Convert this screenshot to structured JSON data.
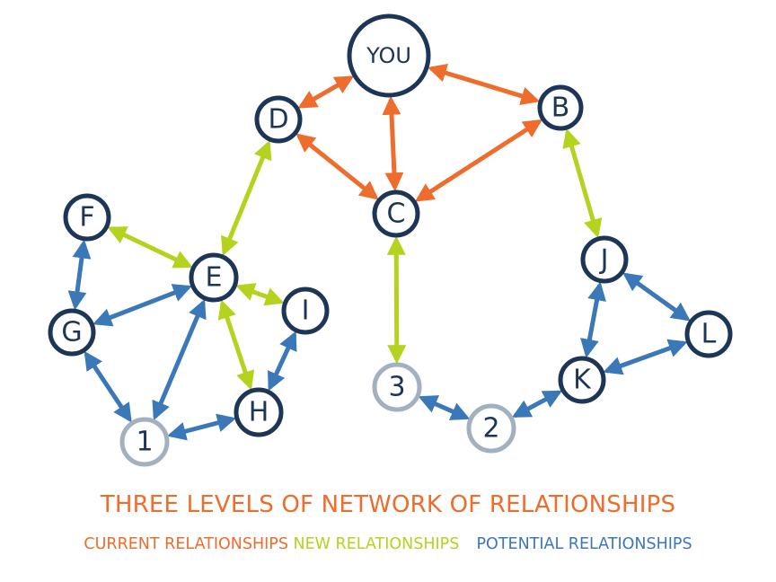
{
  "colors": {
    "current": "#ee6c2c",
    "new": "#b4d21e",
    "potential": "#3b78b8",
    "node_stroke": "#1d3657",
    "node_stroke_future": "#a2b0bf",
    "node_text": "#1d3657"
  },
  "title": "THREE LEVELS OF NETWORK OF RELATIONSHIPS",
  "legend": {
    "current": "CURRENT RELATIONSHIPS",
    "new": "NEW RELATIONSHIPS",
    "potential": "POTENTIAL RELATIONSHIPS"
  },
  "nodes": [
    {
      "id": "YOU",
      "label": "YOU",
      "kind": "you"
    },
    {
      "id": "B",
      "label": "B",
      "kind": "normal"
    },
    {
      "id": "C",
      "label": "C",
      "kind": "normal"
    },
    {
      "id": "D",
      "label": "D",
      "kind": "normal"
    },
    {
      "id": "E",
      "label": "E",
      "kind": "normal"
    },
    {
      "id": "F",
      "label": "F",
      "kind": "normal"
    },
    {
      "id": "G",
      "label": "G",
      "kind": "normal"
    },
    {
      "id": "H",
      "label": "H",
      "kind": "normal"
    },
    {
      "id": "I",
      "label": "I",
      "kind": "normal"
    },
    {
      "id": "J",
      "label": "J",
      "kind": "normal"
    },
    {
      "id": "K",
      "label": "K",
      "kind": "normal"
    },
    {
      "id": "L",
      "label": "L",
      "kind": "normal"
    },
    {
      "id": "1",
      "label": "1",
      "kind": "future"
    },
    {
      "id": "2",
      "label": "2",
      "kind": "future"
    },
    {
      "id": "3",
      "label": "3",
      "kind": "future"
    }
  ],
  "edges": [
    {
      "from": "YOU",
      "to": "D",
      "type": "current"
    },
    {
      "from": "YOU",
      "to": "B",
      "type": "current"
    },
    {
      "from": "YOU",
      "to": "C",
      "type": "current"
    },
    {
      "from": "D",
      "to": "C",
      "type": "current"
    },
    {
      "from": "B",
      "to": "C",
      "type": "current"
    },
    {
      "from": "D",
      "to": "E",
      "type": "new"
    },
    {
      "from": "F",
      "to": "E",
      "type": "new"
    },
    {
      "from": "E",
      "to": "I",
      "type": "new"
    },
    {
      "from": "E",
      "to": "H",
      "type": "new"
    },
    {
      "from": "C",
      "to": "3",
      "type": "new"
    },
    {
      "from": "B",
      "to": "J",
      "type": "new"
    },
    {
      "from": "F",
      "to": "G",
      "type": "potential"
    },
    {
      "from": "G",
      "to": "E",
      "type": "potential"
    },
    {
      "from": "G",
      "to": "1",
      "type": "potential"
    },
    {
      "from": "1",
      "to": "E",
      "type": "potential"
    },
    {
      "from": "1",
      "to": "H",
      "type": "potential"
    },
    {
      "from": "H",
      "to": "I",
      "type": "potential"
    },
    {
      "from": "3",
      "to": "2",
      "type": "potential"
    },
    {
      "from": "2",
      "to": "K",
      "type": "potential"
    },
    {
      "from": "J",
      "to": "K",
      "type": "potential"
    },
    {
      "from": "J",
      "to": "L",
      "type": "potential"
    },
    {
      "from": "K",
      "to": "L",
      "type": "potential"
    }
  ]
}
